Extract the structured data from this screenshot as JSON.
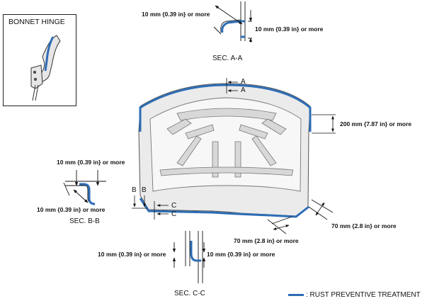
{
  "inset": {
    "title": "BONNET HINGE"
  },
  "dimensions": {
    "a_horizontal": "10 mm {0.39 in} or more",
    "a_vertical": "10 mm {0.39 in} or more",
    "right_side": "200 mm {7.87 in} or more",
    "b_top": "10 mm {0.39 in} or more",
    "b_bottom": "10 mm {0.39 in} or more",
    "corner_right": "70 mm {2.8 in} or more",
    "corner_bottom": "70 mm {2.8 in} or more",
    "c_left": "10 mm {0.39 in} or more",
    "c_right": "10 mm {0.39 in} or more"
  },
  "sections": {
    "a": "SEC. A-A",
    "b": "SEC. B-B",
    "c": "SEC. C-C"
  },
  "cut_marks": {
    "a1": "A",
    "a2": "A",
    "b1": "B",
    "b2": "B",
    "c1": "C",
    "c2": "C"
  },
  "legend": {
    "label": ": RUST PREVENTIVE TREATMENT",
    "color": "#2e6db5"
  }
}
